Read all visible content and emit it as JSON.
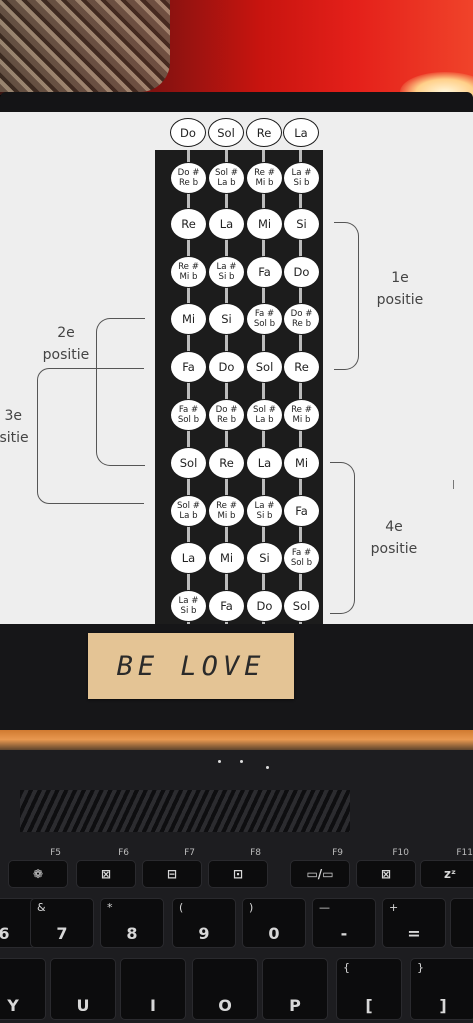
{
  "open_strings": [
    "Do",
    "Sol",
    "Re",
    "La"
  ],
  "rows": [
    [
      [
        "Do #",
        "Re b"
      ],
      [
        "Sol #",
        "La b"
      ],
      [
        "Re #",
        "Mi b"
      ],
      [
        "La #",
        "Si b"
      ]
    ],
    [
      [
        "Re"
      ],
      [
        "La"
      ],
      [
        "Mi"
      ],
      [
        "Si"
      ]
    ],
    [
      [
        "Re #",
        "Mi b"
      ],
      [
        "La #",
        "Si b"
      ],
      [
        "Fa"
      ],
      [
        "Do"
      ]
    ],
    [
      [
        "Mi"
      ],
      [
        "Si"
      ],
      [
        "Fa #",
        "Sol b"
      ],
      [
        "Do #",
        "Re b"
      ]
    ],
    [
      [
        "Fa"
      ],
      [
        "Do"
      ],
      [
        "Sol"
      ],
      [
        "Re"
      ]
    ],
    [
      [
        "Fa #",
        "Sol b"
      ],
      [
        "Do #",
        "Re b"
      ],
      [
        "Sol #",
        "La b"
      ],
      [
        "Re #",
        "Mi b"
      ]
    ],
    [
      [
        "Sol"
      ],
      [
        "Re"
      ],
      [
        "La"
      ],
      [
        "Mi"
      ]
    ],
    [
      [
        "Sol #",
        "La b"
      ],
      [
        "Re #",
        "Mi b"
      ],
      [
        "La #",
        "Si b"
      ],
      [
        "Fa"
      ]
    ],
    [
      [
        "La"
      ],
      [
        "Mi"
      ],
      [
        "Si"
      ],
      [
        "Fa #",
        "Sol b"
      ]
    ],
    [
      [
        "La #",
        "Si b"
      ],
      [
        "Fa"
      ],
      [
        "Do"
      ],
      [
        "Sol"
      ]
    ]
  ],
  "positions": {
    "p1": {
      "num": "1e",
      "word": "positie"
    },
    "p2": {
      "num": "2e",
      "word": "positie"
    },
    "p3": {
      "num": "3e",
      "word": "positie"
    },
    "p4": {
      "num": "4e",
      "word": "positie"
    }
  },
  "sticky_note": "BE LOVE",
  "keys": {
    "fn_row": [
      {
        "fn": "F5",
        "glyph": "❁"
      },
      {
        "fn": "F6",
        "glyph": "⊠"
      },
      {
        "fn": "F7",
        "glyph": "⊟"
      },
      {
        "fn": "F8",
        "glyph": "⊡"
      },
      {
        "fn": "F9",
        "glyph": "▭/▭"
      },
      {
        "fn": "F10",
        "glyph": "⊠"
      },
      {
        "fn": "F11",
        "glyph": "zᶻ"
      }
    ],
    "num_row": [
      {
        "top": "",
        "main": "6"
      },
      {
        "top": "&",
        "main": "7"
      },
      {
        "top": "*",
        "main": "8"
      },
      {
        "top": "(",
        "main": "9"
      },
      {
        "top": ")",
        "main": "0"
      },
      {
        "top": "—",
        "main": "-"
      },
      {
        "top": "+",
        "main": "="
      },
      {
        "top": "",
        "main": ""
      }
    ],
    "letter_row": [
      {
        "top": "",
        "main": "Y"
      },
      {
        "top": "",
        "main": "U"
      },
      {
        "top": "",
        "main": "I"
      },
      {
        "top": "",
        "main": "O"
      },
      {
        "top": "",
        "main": "P"
      },
      {
        "top": "{",
        "main": "["
      },
      {
        "top": "}",
        "main": "]"
      }
    ]
  }
}
